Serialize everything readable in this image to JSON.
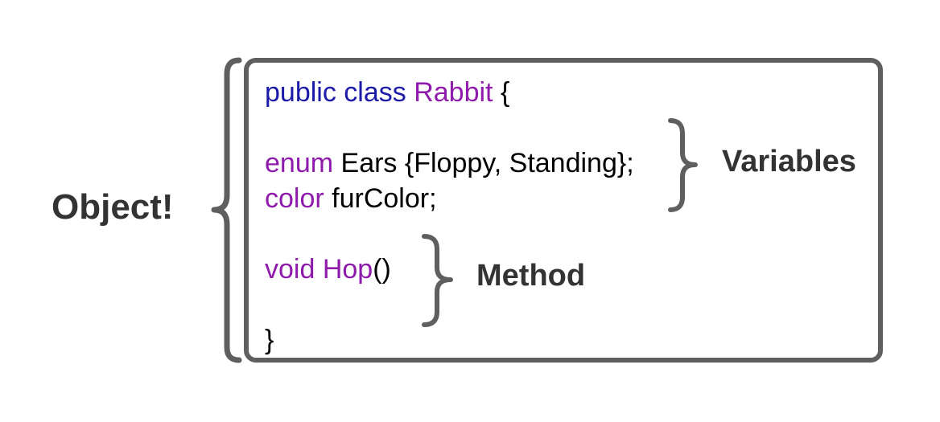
{
  "colors": {
    "keyword_blue": "#1c1aa8",
    "keyword_purple": "#8e1bab",
    "plain_text": "#000000",
    "annotation": "#333333",
    "bracket": "#5f5f5f"
  },
  "outer_label": "Object!",
  "code": {
    "line1": {
      "kw1": "public class",
      "name": "Rabbit",
      "rest": "{"
    },
    "line2": {
      "kw": "enum",
      "rest": "Ears {Floppy, Standing};"
    },
    "line3": {
      "kw": "color",
      "rest": "furColor;"
    },
    "line4": {
      "kw": "void Hop",
      "rest": "()"
    },
    "line5": {
      "rest": "}"
    }
  },
  "annotations": {
    "variables": "Variables",
    "method": "Method"
  }
}
